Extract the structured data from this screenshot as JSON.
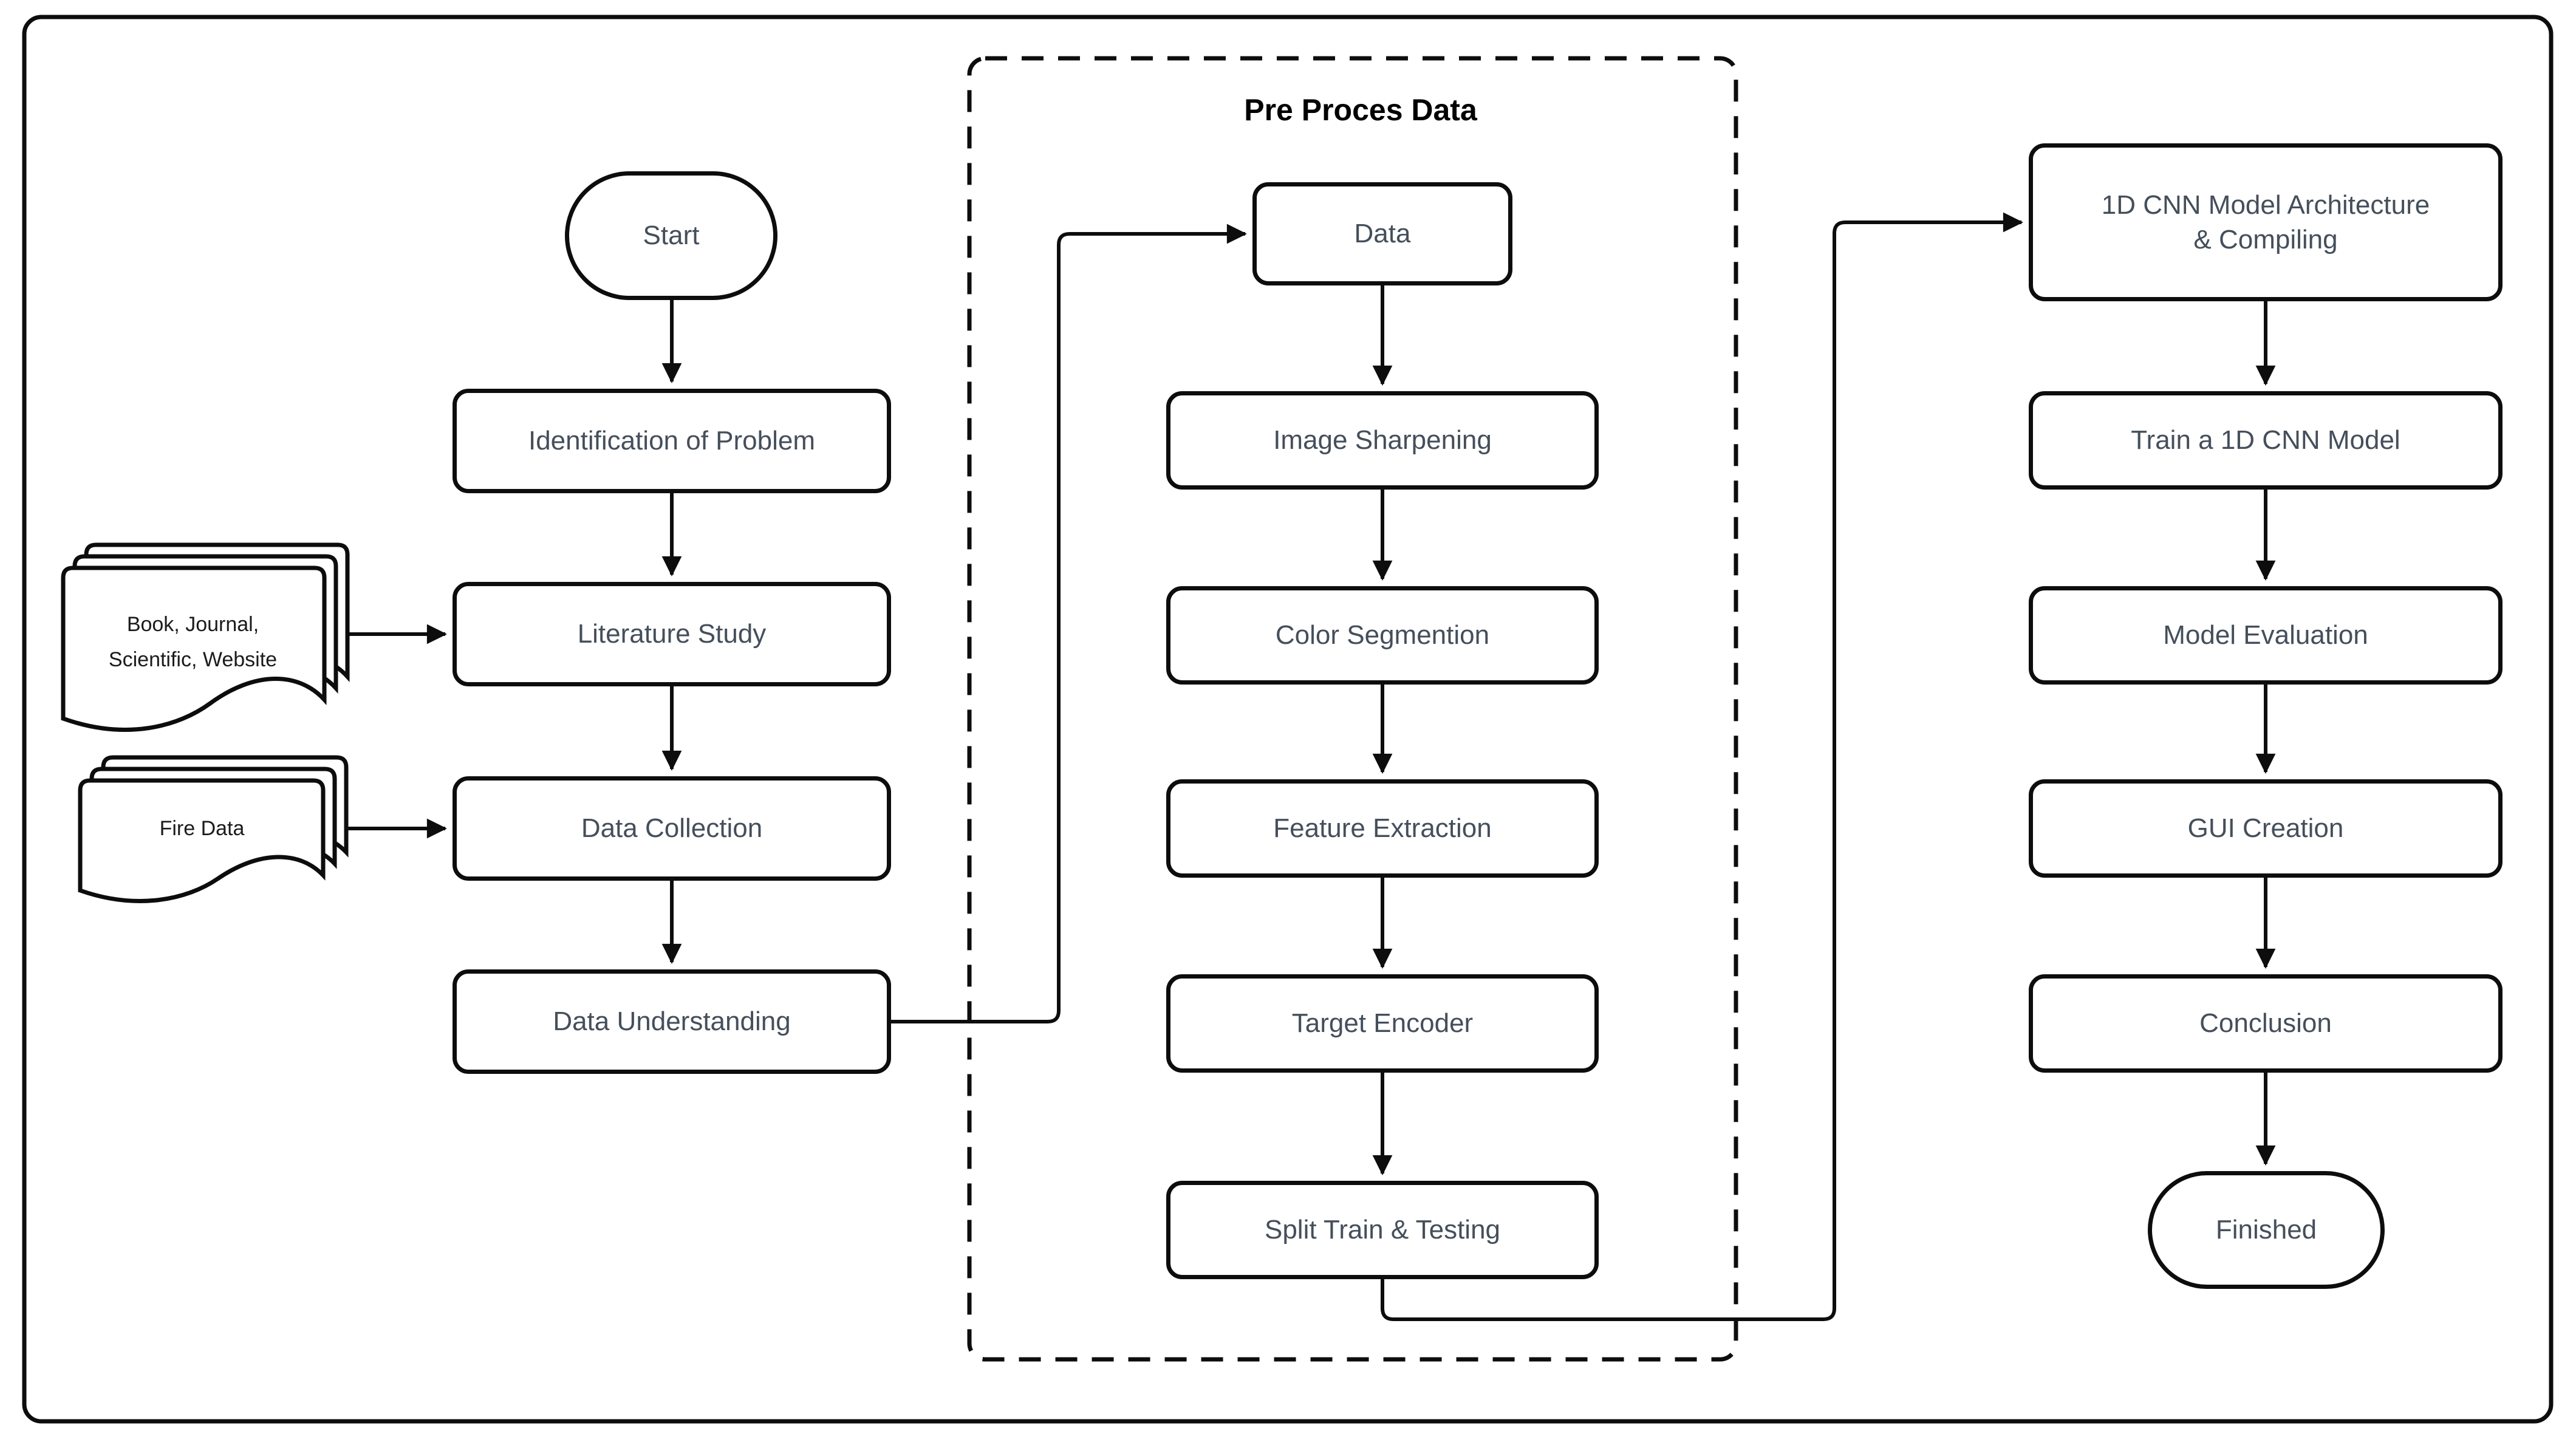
{
  "colors": {
    "line": "#0d0d0d",
    "node_border": "#0d0d0d",
    "node_text": "#454f5b",
    "doc_text": "#1b1b1b",
    "title_text": "#000000",
    "background": "#ffffff"
  },
  "diagram": {
    "container_title": "Pre Proces Data",
    "nodes": {
      "start": "Start",
      "identification": "Identification of Problem",
      "literature": "Literature Study",
      "data_collection": "Data Collection",
      "data_understanding": "Data Understanding",
      "data": "Data",
      "image_sharpening": "Image Sharpening",
      "color_segmention": "Color Segmention",
      "feature_extraction": "Feature Extraction",
      "target_encoder": "Target Encoder",
      "split_train_testing": "Split Train & Testing",
      "cnn_architecture_lines": [
        "1D CNN Model Architecture",
        "& Compiling"
      ],
      "train_cnn": "Train a 1D CNN Model",
      "model_evaluation": "Model Evaluation",
      "gui_creation": "GUI Creation",
      "conclusion": "Conclusion",
      "finished": "Finished"
    },
    "documents": {
      "literature_sources": {
        "lines": [
          "Book, Journal,",
          "Scientific, Website"
        ]
      },
      "fire_data": {
        "lines": [
          "Fire Data"
        ]
      }
    },
    "edges": [
      {
        "from": "start",
        "to": "identification"
      },
      {
        "from": "identification",
        "to": "literature"
      },
      {
        "from": "literature",
        "to": "data_collection"
      },
      {
        "from": "data_collection",
        "to": "data_understanding"
      },
      {
        "from": "literature_sources",
        "to": "literature"
      },
      {
        "from": "fire_data",
        "to": "data_collection"
      },
      {
        "from": "data_understanding",
        "to": "data"
      },
      {
        "from": "data",
        "to": "image_sharpening"
      },
      {
        "from": "image_sharpening",
        "to": "color_segmention"
      },
      {
        "from": "color_segmention",
        "to": "feature_extraction"
      },
      {
        "from": "feature_extraction",
        "to": "target_encoder"
      },
      {
        "from": "target_encoder",
        "to": "split_train_testing"
      },
      {
        "from": "split_train_testing",
        "to": "cnn_architecture"
      },
      {
        "from": "cnn_architecture",
        "to": "train_cnn"
      },
      {
        "from": "train_cnn",
        "to": "model_evaluation"
      },
      {
        "from": "model_evaluation",
        "to": "gui_creation"
      },
      {
        "from": "gui_creation",
        "to": "conclusion"
      },
      {
        "from": "conclusion",
        "to": "finished"
      }
    ]
  }
}
